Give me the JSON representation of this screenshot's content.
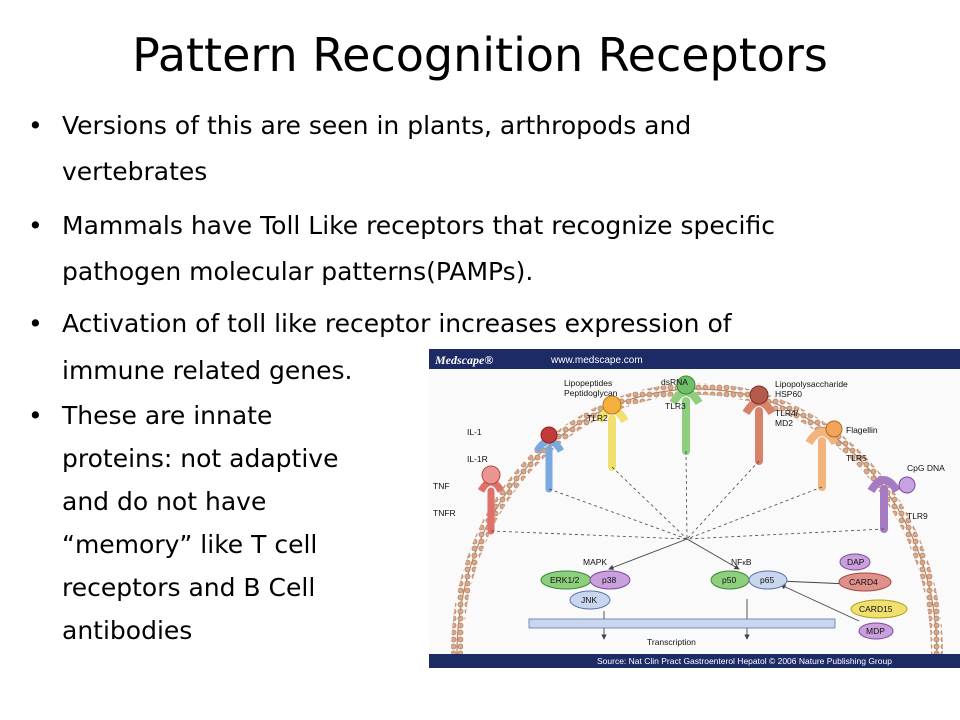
{
  "slide": {
    "title": "Pattern Recognition Receptors",
    "bullets": [
      {
        "lines": [
          "Versions of this are seen in plants, arthropods and",
          "vertebrates"
        ]
      },
      {
        "lines": [
          "Mammals have Toll Like receptors that recognize specific",
          "pathogen molecular patterns(PAMPs)."
        ]
      },
      {
        "lines": [
          "Activation of toll like receptor increases expression of",
          "immune related genes."
        ]
      },
      {
        "lines": [
          "These are innate",
          "proteins: not adaptive",
          "and do not have",
          "“memory” like T cell",
          "receptors and B Cell",
          "antibodies"
        ]
      }
    ],
    "bullet_symbol": "•"
  },
  "figure": {
    "header_brand": "Medscape®",
    "header_url": "www.medscape.com",
    "footer_source": "Source: Nat Clin Pract Gastroenterol Hepatol © 2006 Nature Publishing Group",
    "labels": {
      "lipopeptides": "Lipopeptides",
      "peptidoglycan": "Peptidoglycan",
      "dsrna": "dsRNA",
      "lps": "Lipopolysaccharide",
      "hsp60": "HSP60",
      "il1": "IL-1",
      "il1r": "IL-1R",
      "tlr2": "TLR2",
      "tlr3": "TLR3",
      "tlr4": "TLR4/",
      "md2": "MD2",
      "flagellin": "Flagellin",
      "tlr5": "TLR5",
      "cpg": "CpG DNA",
      "tlr9": "TLR9",
      "tnf": "TNF",
      "tnfr": "TNFR",
      "mapk": "MAPK",
      "nfkb_nf": "NF",
      "nfkb_k": "κ",
      "nfkb_b": "B",
      "erk": "ERK1/2",
      "p38": "p38",
      "jnk": "JNK",
      "p50": "p50",
      "p65": "p65",
      "dap": "DAP",
      "card4": "CARD4",
      "card15": "CARD15",
      "mdp": "MDP",
      "transcription": "Transcription"
    }
  },
  "colors": {
    "header_bg": "#1c2a66",
    "footer_bg": "#1c2a66",
    "membrane": "#e4bfa6",
    "tlr2": "#f0e070",
    "tlr3": "#8ecf7e",
    "tlr4": "#d9826a",
    "tlr5": "#f2b47a",
    "tlr9": "#a77ac4",
    "il1r": "#7aa8e0",
    "tnfr": "#e0706a",
    "protein": "#c9d6ee"
  }
}
